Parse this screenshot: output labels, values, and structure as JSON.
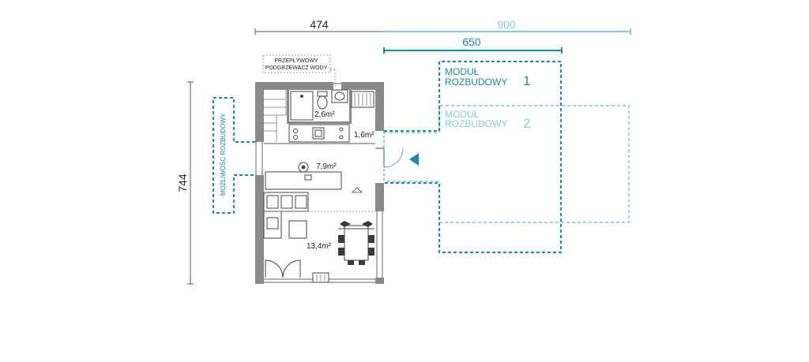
{
  "dimensions": {
    "width_main": "474",
    "width_module2": "900",
    "width_module1": "650",
    "height_main": "744"
  },
  "labels": {
    "heater_line1": "PRZEPŁYWOWY",
    "heater_line2": "PODGRZEWACZ WODY",
    "expansion_side": "MOŻLIWOŚĆ ROZBUDOWY",
    "module1_line1": "MODUŁ",
    "module1_line2": "ROZBUDOWY",
    "module1_number": "1",
    "module2_line1": "MODUŁ",
    "module2_line2": "ROZBUDOWY",
    "module2_number": "2"
  },
  "rooms": {
    "bathroom_area": "2,6m²",
    "hall_area": "1,6m²",
    "kitchen_area": "7,9m²",
    "living_area": "13,4m²"
  },
  "colors": {
    "module1": "#1f87b5",
    "module2": "#9dd2ea",
    "walls": "#8a8a8a",
    "entrance_marker": "#1f87b5"
  }
}
